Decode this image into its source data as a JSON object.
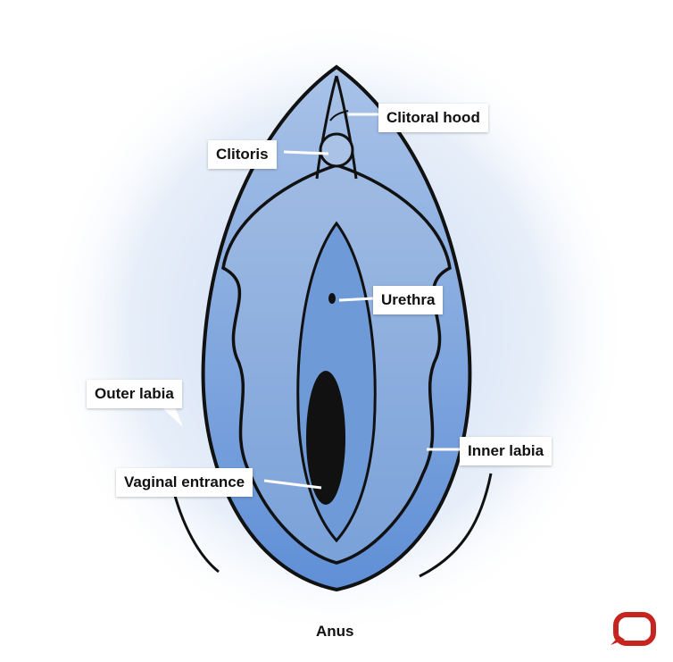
{
  "diagram": {
    "type": "anatomical illustration",
    "colors": {
      "background_wash": "#dfe9f7",
      "outer_fill": "#7fa7dd",
      "inner_fill": "#98b6e0",
      "vestibule_fill": "#6f9ad8",
      "clitoris_fill": "#a9c2e6",
      "outline": "#111111",
      "logo": "#c8241f"
    },
    "labels": {
      "clitoral_hood": "Clitoral hood",
      "clitoris": "Clitoris",
      "urethra": "Urethra",
      "outer_labia": "Outer labia",
      "inner_labia": "Inner labia",
      "vaginal_entrance": "Vaginal entrance",
      "anus": "Anus"
    },
    "logo_icon": "speech-bubble-icon"
  }
}
